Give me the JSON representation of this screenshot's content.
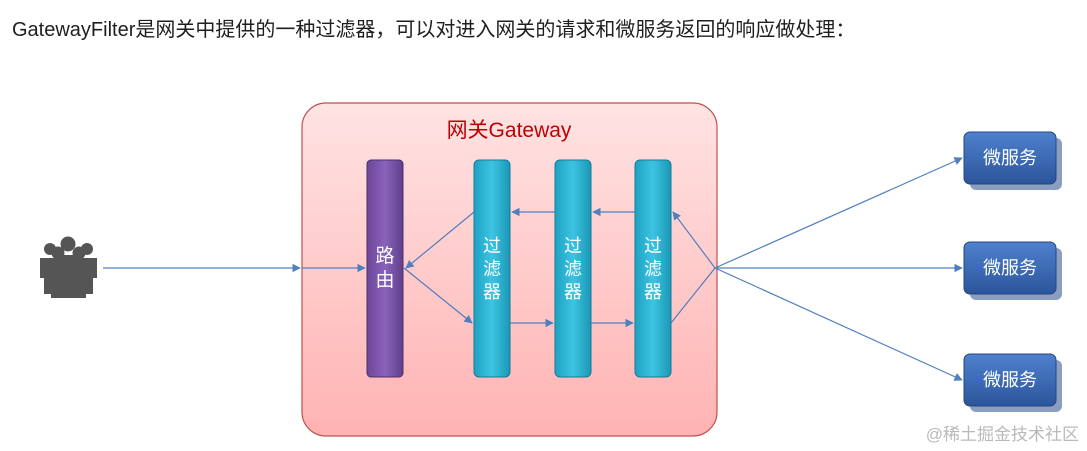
{
  "intro": "GatewayFilter是网关中提供的一种过滤器，可以对进入网关的请求和微服务返回的响应做处理：",
  "diagram": {
    "gateway_title": "网关Gateway",
    "router_label": [
      "路",
      "由"
    ],
    "filters": [
      {
        "label": [
          "过",
          "滤",
          "器"
        ]
      },
      {
        "label": [
          "过",
          "滤",
          "器"
        ]
      },
      {
        "label": [
          "过",
          "滤",
          "器"
        ]
      }
    ],
    "services": [
      "微服务",
      "微服务",
      "微服务"
    ],
    "client_icon": "people-group-icon",
    "colors": {
      "gateway_fill": "#ffd9d9",
      "gateway_border": "#c0504d",
      "gateway_title": "#c00000",
      "router": "#7b55a8",
      "filter": "#2cb5d4",
      "service": "#3564b4",
      "arrow": "#4f7fbf"
    }
  },
  "watermark": "@稀土掘金技术社区"
}
